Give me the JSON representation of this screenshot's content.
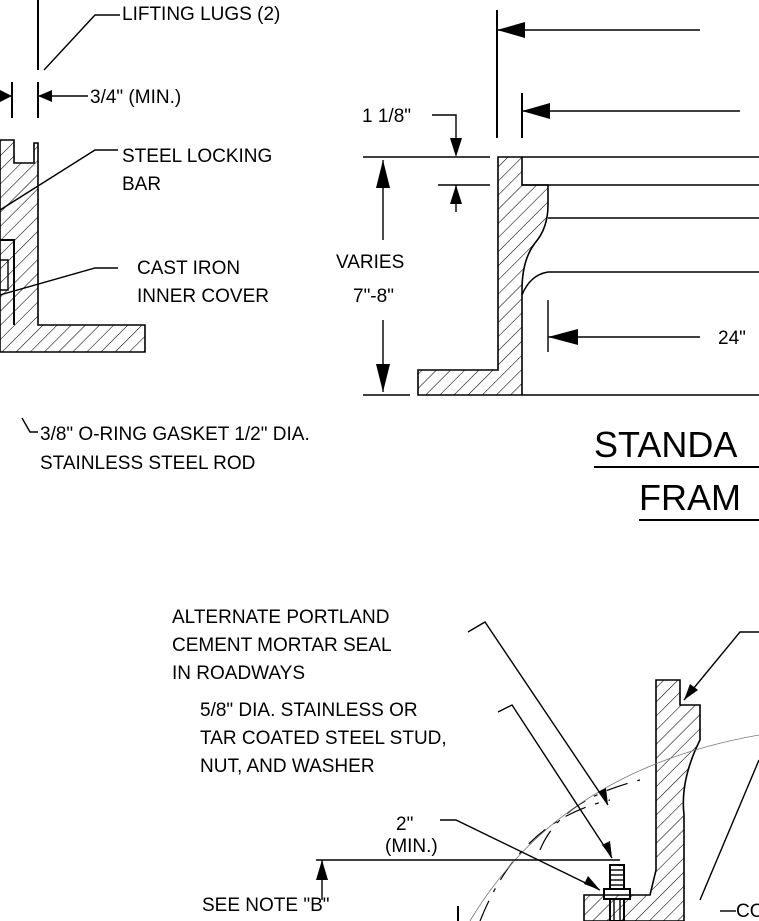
{
  "labels": {
    "lifting_lugs": "LIFTING LUGS (2)",
    "three_quarter_min": "3/4\" (MIN.)",
    "steel_locking_bar_1": "STEEL LOCKING",
    "steel_locking_bar_2": "BAR",
    "cast_iron_1": "CAST IRON",
    "cast_iron_2": "INNER COVER",
    "o_ring_1": "3/8\" O-RING GASKET 1/2\" DIA.",
    "o_ring_2": "STAINLESS STEEL ROD",
    "one_one_eighth": "1 1/8\"",
    "varies_1": "VARIES",
    "varies_2": "7\"-8\"",
    "dim_24": "24\"",
    "title_1": "STANDA",
    "title_2": "FRAM",
    "alt_portland_1": "ALTERNATE PORTLAND",
    "alt_portland_2": "CEMENT MORTAR SEAL",
    "alt_portland_3": "IN ROADWAYS",
    "stud_1": "5/8\" DIA. STAINLESS OR",
    "stud_2": "TAR COATED STEEL STUD,",
    "stud_3": "NUT, AND WASHER",
    "two_inch_1": "2\"",
    "two_inch_2": "(MIN.)",
    "see_note_b": "SEE NOTE \"B\"",
    "co_partial": "CO"
  }
}
